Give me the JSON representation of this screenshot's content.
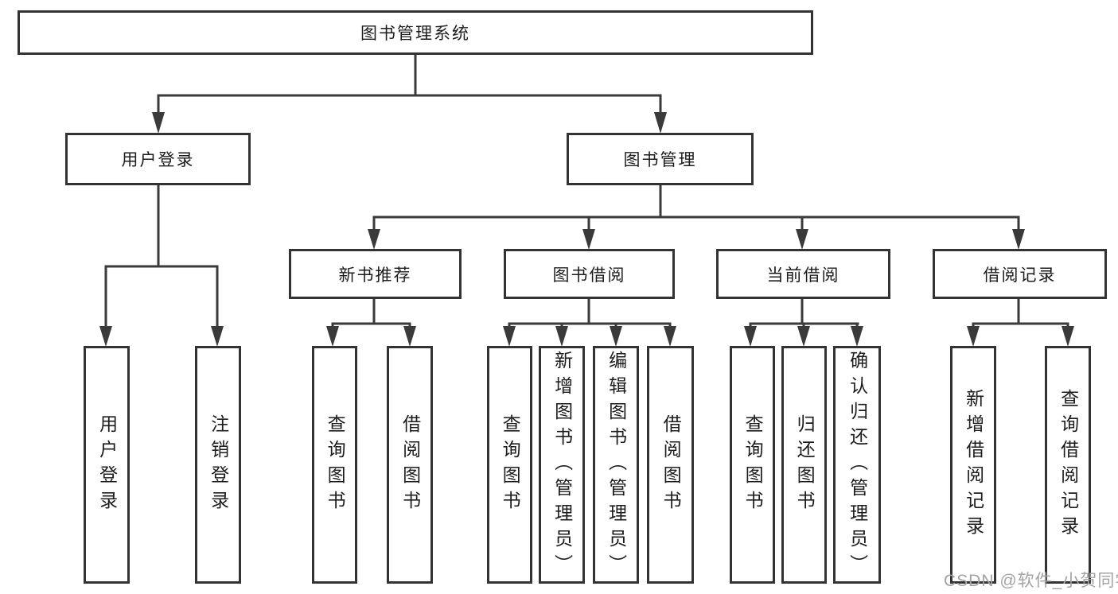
{
  "diagram": {
    "root": "图书管理系统",
    "level2": {
      "user_login": "用户登录",
      "book_mgmt": "图书管理"
    },
    "level3": {
      "new_book_rec": "新书推荐",
      "book_borrow": "图书借阅",
      "current_borrow": "当前借阅",
      "borrow_records": "借阅记录"
    },
    "leaves": {
      "user_login": "用户登录",
      "logout": "注销登录",
      "rec_query_books": "查询图书",
      "rec_borrow_books": "借阅图书",
      "borrow_query_books": "查询图书",
      "borrow_add_book": "新增图书（管理员）",
      "borrow_edit_book": "编辑图书（管理员）",
      "borrow_borrow_books": "借阅图书",
      "current_query_books": "查询图书",
      "current_return_book": "归还图书",
      "current_confirm_return": "确认归还（管理员）",
      "records_add_record": "新增借阅记录",
      "records_query_record": "查询借阅记录"
    }
  },
  "watermark": "CSDN @软件_小贺同学",
  "colors": {
    "line": "#3a3a3a",
    "box_border": "#333333",
    "text": "#1c1c1c",
    "watermark": "#a3a3a3",
    "background": "#ffffff"
  }
}
